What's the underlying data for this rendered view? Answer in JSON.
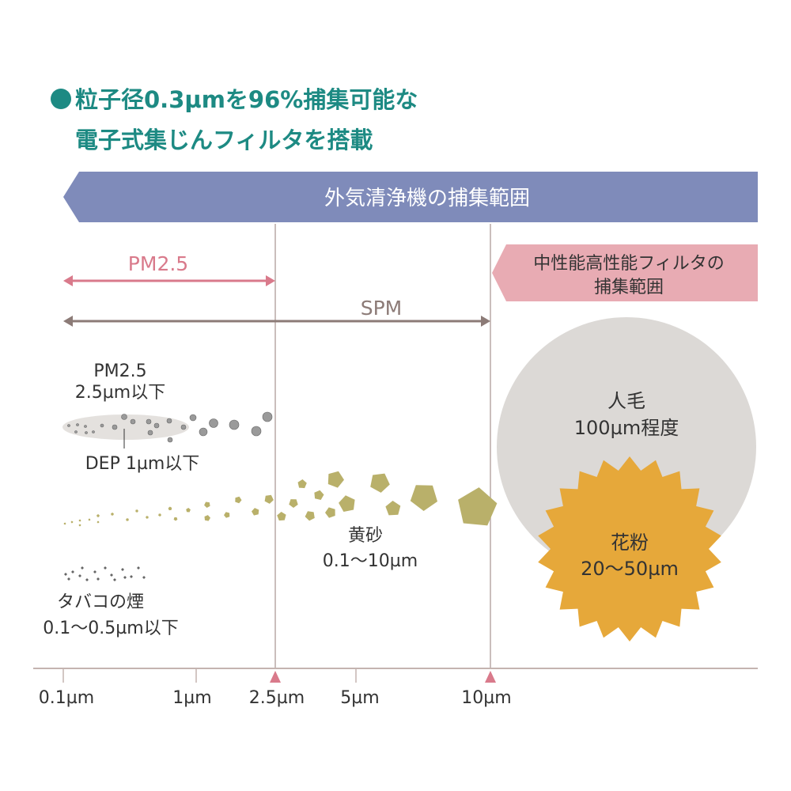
{
  "title": {
    "line1": "粒子径0.3µmを96%捕集可能な",
    "line2": "電子式集じんフィルタを搭載",
    "bullet_color": "#1d8a83"
  },
  "banner_main": {
    "label": "外気清浄機の捕集範囲",
    "color": "#7f8bba"
  },
  "banner_filter": {
    "line1": "中性能高性能フィルタの",
    "line2": "捕集範囲",
    "color": "#e8abb3"
  },
  "ranges": {
    "pm25": "PM2.5",
    "spm": "SPM"
  },
  "particles": {
    "pm25": {
      "name": "PM2.5",
      "size": "2.5µm以下"
    },
    "dep": "DEP 1µm以下",
    "sand": {
      "name": "黄砂",
      "size": "0.1〜10µm"
    },
    "smoke": {
      "name": "タバコの煙",
      "size": "0.1〜0.5µm以下"
    },
    "hair": {
      "name": "人毛",
      "size": "100µm程度"
    },
    "pollen": {
      "name": "花粉",
      "size": "20〜50µm"
    }
  },
  "axis": {
    "ticks": [
      "0.1µm",
      "1µm",
      "2.5µm",
      "5µm",
      "10µm"
    ]
  },
  "colors": {
    "pink": "#d97a8b",
    "spm": "#8c7b77",
    "sand": "#b9b06a",
    "pollen": "#e6a83a",
    "hair": "#dcd9d6"
  }
}
